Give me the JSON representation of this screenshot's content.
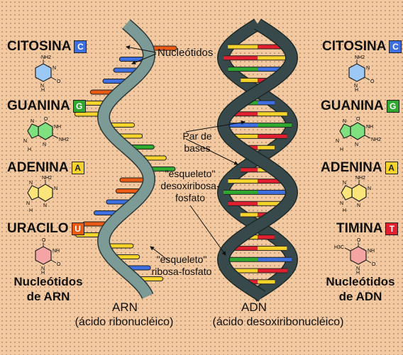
{
  "colors": {
    "cytosine": "#3d6fe0",
    "guanine": "#2ea82e",
    "adenine": "#f6d32a",
    "uracil": "#e85a14",
    "thymine": "#e0202e",
    "rna_backbone": "#7c9a96",
    "dna_backbone": "#37494a"
  },
  "left_panel": {
    "cytosine": {
      "name": "CITOSINA",
      "letter": "C",
      "atoms": [
        "NH2",
        "N",
        "O",
        "N",
        "H"
      ]
    },
    "guanine": {
      "name": "GUANINA",
      "letter": "G",
      "atoms": [
        "O",
        "N",
        "NH",
        "NH2",
        "N",
        "N",
        "H"
      ]
    },
    "adenine": {
      "name": "ADENINA",
      "letter": "A",
      "atoms": [
        "NH2",
        "N",
        "N",
        "N",
        "N",
        "H"
      ]
    },
    "uracil": {
      "name": "URACILO",
      "letter": "U",
      "atoms": [
        "O",
        "NH",
        "O",
        "N",
        "H"
      ]
    },
    "footer": "Nucleótidos\nde ARN"
  },
  "right_panel": {
    "cytosine": {
      "name": "CITOSINA",
      "letter": "C",
      "atoms": [
        "NH2",
        "N",
        "O",
        "N",
        "H"
      ]
    },
    "guanine": {
      "name": "GUANINA",
      "letter": "G",
      "atoms": [
        "O",
        "N",
        "NH",
        "NH2",
        "N",
        "N",
        "H"
      ]
    },
    "adenine": {
      "name": "ADENINA",
      "letter": "A",
      "atoms": [
        "NH2",
        "N",
        "N",
        "N",
        "N",
        "H"
      ]
    },
    "thymine": {
      "name": "TIMINA",
      "letter": "T",
      "atoms": [
        "O",
        "H3C",
        "NH",
        "O",
        "N",
        "H"
      ]
    },
    "footer": "Nucleótidos\nde ADN"
  },
  "labels": {
    "nucleotides": "Nucleótidos",
    "base_pair": "Par de\nbases",
    "dna_backbone": "\"esqueleto\"\ndesoxiribosa-\nfosfato",
    "rna_backbone": "\"esqueleto\"\nribosa-fosfato",
    "rna_title": "ARN",
    "rna_subtitle": "(ácido ribonucléico)",
    "dna_title": "ADN",
    "dna_subtitle": "(ácido desoxiribonucléico)"
  },
  "rna_rungs": [
    "uracil",
    "cytosine",
    "cytosine",
    "cytosine",
    "uracil",
    "adenine",
    "adenine",
    "adenine",
    "adenine",
    "guanine",
    "adenine",
    "guanine",
    "uracil",
    "uracil",
    "cytosine",
    "cytosine",
    "uracil",
    "adenine",
    "adenine",
    "adenine",
    "cytosine",
    "adenine"
  ],
  "dna_rungs": [
    [
      "thymine",
      "adenine"
    ],
    [
      "adenine",
      "thymine"
    ],
    [
      "cytosine",
      "guanine"
    ],
    [
      "thymine",
      "adenine"
    ],
    [
      "adenine",
      "thymine"
    ],
    [
      "guanine",
      "cytosine"
    ],
    [
      "thymine",
      "adenine"
    ],
    [
      "cytosine",
      "guanine"
    ],
    [
      "adenine",
      "thymine"
    ],
    [
      "thymine",
      "adenine"
    ],
    [
      "guanine",
      "cytosine"
    ],
    [
      "adenine",
      "thymine"
    ],
    [
      "thymine",
      "adenine"
    ],
    [
      "cytosine",
      "guanine"
    ],
    [
      "adenine",
      "thymine"
    ],
    [
      "thymine",
      "adenine"
    ],
    [
      "cytosine",
      "guanine"
    ],
    [
      "adenine",
      "thymine"
    ],
    [
      "thymine",
      "adenine"
    ],
    [
      "guanine",
      "cytosine"
    ],
    [
      "adenine",
      "thymine"
    ],
    [
      "thymine",
      "adenine"
    ]
  ]
}
